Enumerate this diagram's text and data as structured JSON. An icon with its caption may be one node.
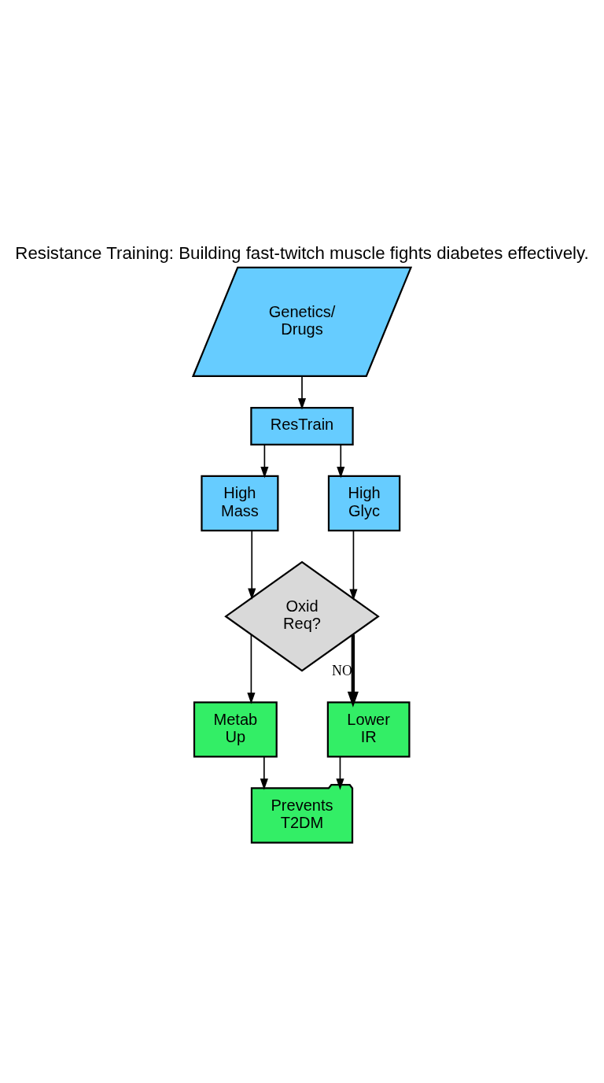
{
  "diagram": {
    "title": "Resistance Training: Building fast-twitch muscle fights diabetes effectively.",
    "nodes": [
      {
        "text": [
          "Genetics/ Drugs"
        ]
      },
      {
        "text": [
          "ResTrain"
        ]
      },
      {
        "text": [
          "High Mass"
        ]
      },
      {
        "text": [
          "High Glyc"
        ]
      },
      {
        "text": [
          "Oxid Req?"
        ]
      },
      {
        "text": [
          "Metab Up"
        ]
      },
      {
        "text": [
          "Lower IR"
        ]
      },
      {
        "text": [
          "Prevents T2DM"
        ]
      }
    ],
    "edges": [
      {
        "from": 0,
        "to": 1,
        "arrow": "to"
      },
      {
        "from": 1,
        "to": 2,
        "arrow": "to"
      },
      {
        "from": 1,
        "to": 3,
        "arrow": "to"
      },
      {
        "from": 2,
        "to": 4,
        "arrow": "to"
      },
      {
        "from": 3,
        "to": 4,
        "arrow": "to"
      },
      {
        "from": 4,
        "to": 5,
        "arrow": "to"
      },
      {
        "from": 4,
        "to": 6,
        "arrow": "to",
        "label": "NO",
        "style": "thick"
      },
      {
        "from": 5,
        "to": 7,
        "arrow": "to"
      },
      {
        "from": 6,
        "to": 7,
        "arrow": "to"
      }
    ]
  }
}
